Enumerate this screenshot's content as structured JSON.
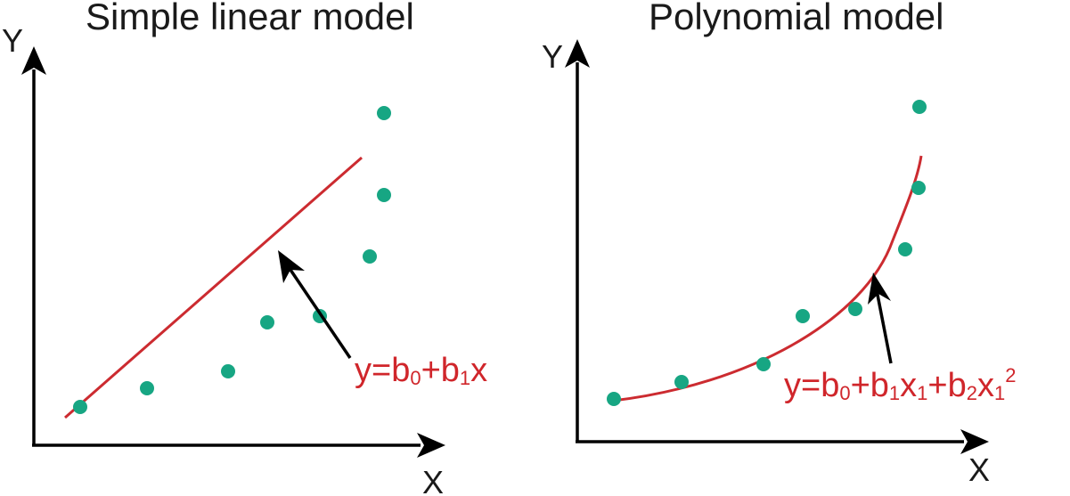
{
  "panels": [
    {
      "title": "Simple linear model",
      "x_label": "X",
      "y_label": "Y",
      "equation": {
        "y": "y=b",
        "s0": "0",
        "plus1": "+b",
        "s1": "1",
        "x": "x"
      }
    },
    {
      "title": "Polynomial model",
      "x_label": "X",
      "y_label": "Y",
      "equation": {
        "y": "y=b",
        "s0": "0",
        "plus1": "+b",
        "s1": "1",
        "x1": "x",
        "s2": "1",
        "plus2": "+b",
        "s3": "2",
        "x2": "x",
        "s4": "1",
        "sup": "2"
      }
    }
  ],
  "colors": {
    "axis": "#000000",
    "fit_line": "#cc2b30",
    "points": "#17a683",
    "equation": "#d0262b"
  }
}
